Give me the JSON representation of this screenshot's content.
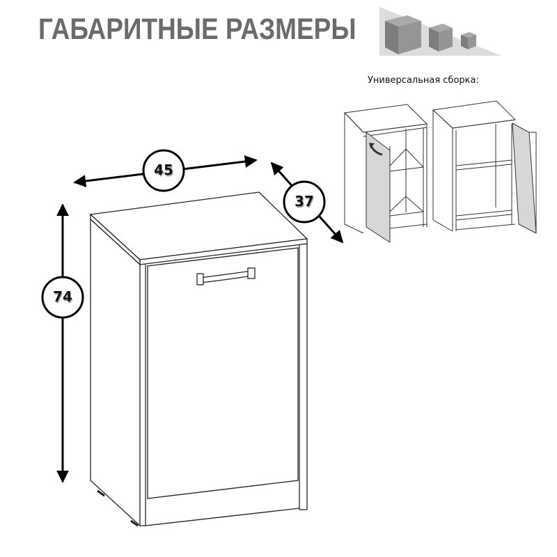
{
  "header": {
    "title": "ГАБАРИТНЫЕ РАЗМЕРЫ",
    "icon": "scaled-cubes-icon",
    "title_color": "#6b6b6b"
  },
  "assembly": {
    "label": "Универсальная сборка:",
    "variants": [
      {
        "name": "left-door-hinge",
        "door_side": "left"
      },
      {
        "name": "right-door-hinge",
        "door_side": "right"
      }
    ]
  },
  "dimensions": {
    "width": "45",
    "depth": "37",
    "height": "74",
    "unit_hint": "cm"
  },
  "colors": {
    "cube_dark": "#7d7d7d",
    "cube_mid": "#8f8f8f",
    "cube_light": "#a9a9a9",
    "cube_backdrop": "#dcdcdc",
    "door_panel": "#d7d7d7",
    "line": "#222222"
  }
}
